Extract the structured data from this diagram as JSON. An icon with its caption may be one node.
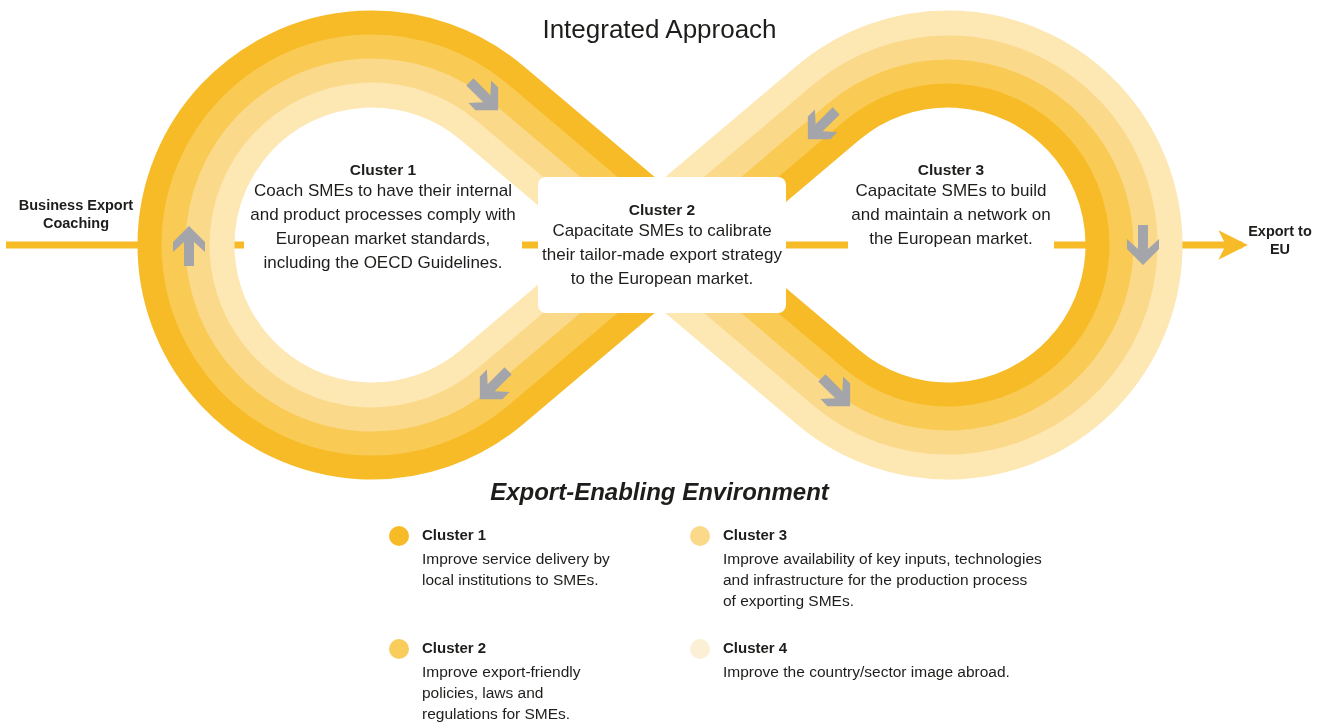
{
  "diagram": {
    "title": "Integrated Approach",
    "nodes": [
      {
        "text": [
          "Business Export Coaching"
        ]
      },
      {
        "text": [
          "Cluster 1",
          "Coach SMEs to have their internal and product processes comply with European market standards, including the OECD Guidelines."
        ]
      },
      {
        "text": [
          "Cluster 2",
          "Capacitate SMEs to calibrate their tailor-made export strategy to the European market."
        ]
      },
      {
        "text": [
          "Cluster 3",
          "Capacitate SMEs to build and maintain a network on the European market."
        ]
      },
      {
        "text": [
          "Export to EU"
        ]
      }
    ],
    "edges": [
      {
        "from": 0,
        "to": 1,
        "arrow": "none"
      },
      {
        "from": 1,
        "to": 2,
        "arrow": "none"
      },
      {
        "from": 2,
        "to": 3,
        "arrow": "none"
      },
      {
        "from": 3,
        "to": 4,
        "arrow": "to"
      }
    ],
    "labels": [
      "Export-Enabling Environment",
      "Improve service delivery by local institutions to SMEs.",
      "Improve export-friendly policies, laws and regulations for SMEs.",
      "Improve availability of key inputs, technologies and infrastructure for the production process of exporting SMEs.",
      "Improve the country/sector image abroad."
    ],
    "legend": [
      {
        "text": "Cluster 1",
        "color": "#f6bb27"
      },
      {
        "text": "Cluster 2",
        "color": "#f9cd5c"
      },
      {
        "text": "Cluster 3",
        "color": "#fbd98a"
      },
      {
        "text": "Cluster 4",
        "color": "#fbf0d6"
      }
    ]
  }
}
